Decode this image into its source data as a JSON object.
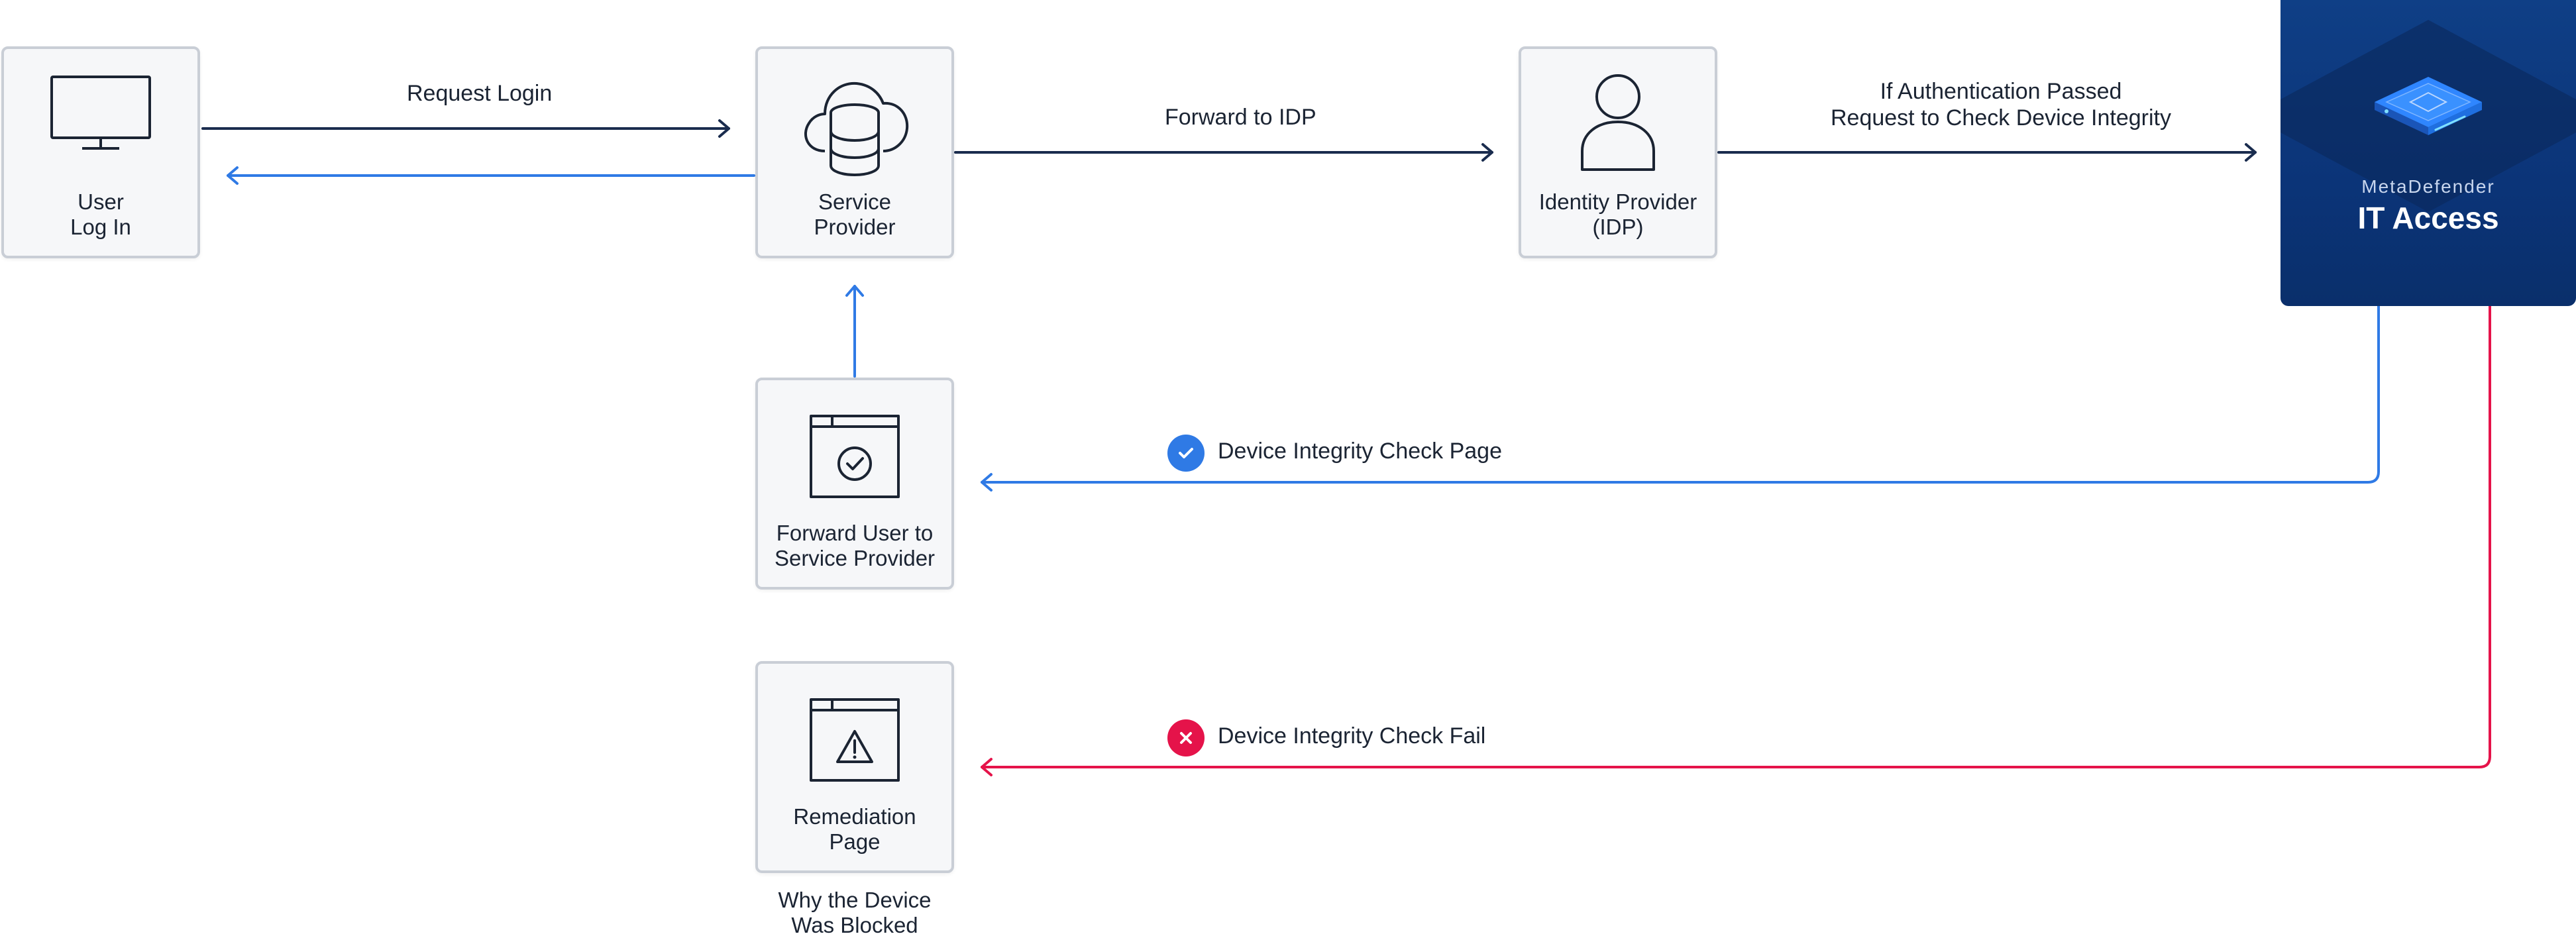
{
  "nodes": {
    "user": {
      "label_line1": "User",
      "label_line2": "Log In",
      "icon": "monitor-icon"
    },
    "service_provider": {
      "label_line1": "Service",
      "label_line2": "Provider",
      "icon": "cloud-database-icon"
    },
    "identity_provider": {
      "label_line1": "Identity Provider",
      "label_line2": "(IDP)",
      "icon": "user-icon"
    },
    "forward_user": {
      "label_line1": "Forward User to",
      "label_line2": "Service Provider",
      "icon": "browser-check-icon"
    },
    "remediation": {
      "label_line1": "Remediation",
      "label_line2": "Page",
      "icon": "browser-warning-icon"
    }
  },
  "product": {
    "kicker": "MetaDefender",
    "title": "IT Access",
    "icon": "device-icon"
  },
  "flows": {
    "request_login": "Request Login",
    "forward_to_idp": "Forward to IDP",
    "auth_passed_line1": "If Authentication Passed",
    "auth_passed_line2": "Request to Check Device Integrity",
    "check_page": "Device Integrity Check Page",
    "check_fail": "Device Integrity Check Fail"
  },
  "captions": {
    "blocked_line1": "Why the Device",
    "blocked_line2": "Was Blocked"
  },
  "colors": {
    "navy": "#1a2c4e",
    "blue": "#2f7ae5",
    "red": "#e5134a",
    "box_border": "#c9ced6",
    "product_bg": "#0b3478"
  }
}
